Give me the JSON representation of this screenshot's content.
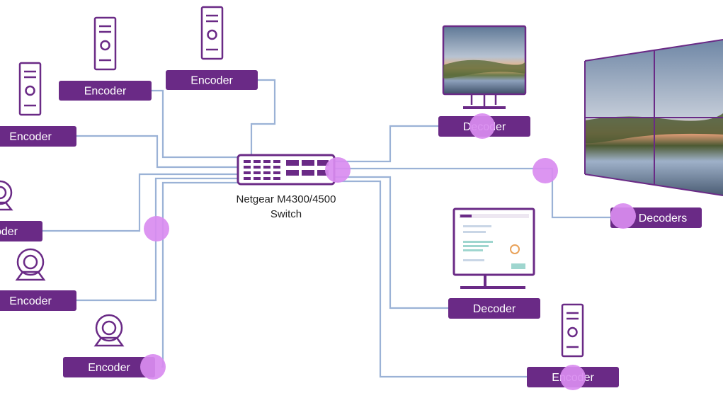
{
  "switch": {
    "line1": "Netgear M4300/4500",
    "line2": "Switch"
  },
  "labels": {
    "encoder_a": "Encoder",
    "encoder_b": "Encoder",
    "encoder_c": "Encoder",
    "encoder_d": "oder",
    "encoder_e": "Encoder",
    "encoder_f": "Encoder",
    "decoder_top": "Decoder",
    "decoders_wall": "Decoders",
    "decoder_mid": "Decoder",
    "encoder_br": "Encoder"
  },
  "icons": {
    "tower": "desktop-tower-icon",
    "webcam": "webcam-icon",
    "monitor": "monitor-icon",
    "videowall": "video-wall-icon",
    "switch": "network-switch-icon"
  },
  "colors": {
    "label_fill": "#6a2a86",
    "wire": "#9bb2d6",
    "marker": "#d98cf0"
  }
}
